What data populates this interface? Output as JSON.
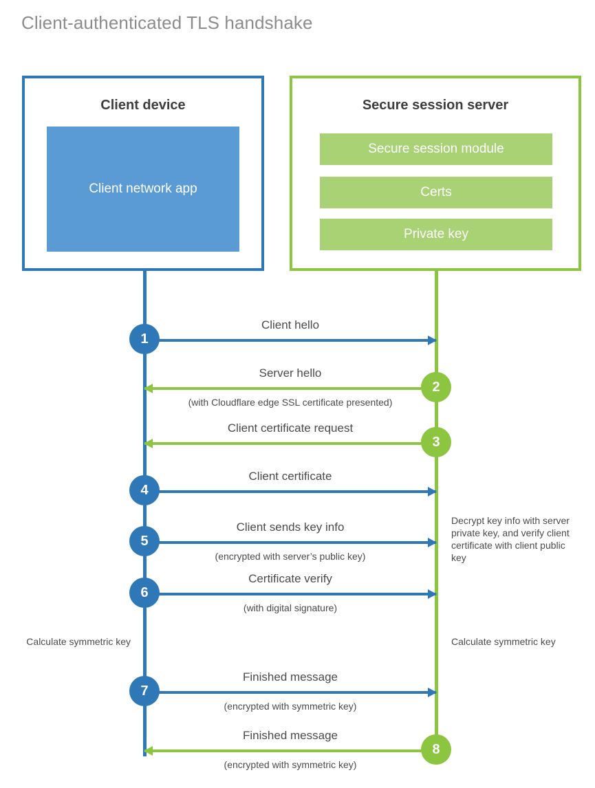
{
  "title": "Client-authenticated TLS handshake",
  "colors": {
    "client_blue": "#2e78b7",
    "client_app_blue": "#5b9bd5",
    "server_green": "#8cc540",
    "server_bar_green": "#a9d275",
    "title_gray": "#8c8c8c",
    "text_gray": "#4a4a4a"
  },
  "client": {
    "title": "Client device",
    "app_label": "Client network app"
  },
  "server": {
    "title": "Secure session server",
    "bars": [
      {
        "label": "Secure session module"
      },
      {
        "label": "Certs"
      },
      {
        "label": "Private key"
      }
    ]
  },
  "steps": [
    {
      "number": "1",
      "label": "Client hello",
      "sub": "",
      "direction": "to-server",
      "origin": "client"
    },
    {
      "number": "2",
      "label": "Server hello",
      "sub": "(with Cloudflare edge SSL certificate presented)",
      "direction": "to-client",
      "origin": "server"
    },
    {
      "number": "3",
      "label": "Client certificate request",
      "sub": "",
      "direction": "to-client",
      "origin": "server"
    },
    {
      "number": "4",
      "label": "Client certificate",
      "sub": "",
      "direction": "to-server",
      "origin": "client"
    },
    {
      "number": "5",
      "label": "Client sends key info",
      "sub": "(encrypted with server’s public key)",
      "direction": "to-server",
      "origin": "client"
    },
    {
      "number": "6",
      "label": "Certificate verify",
      "sub": "(with digital signature)",
      "direction": "to-server",
      "origin": "client"
    },
    {
      "number": "7",
      "label": "Finished message",
      "sub": "(encrypted with symmetric key)",
      "direction": "to-server",
      "origin": "client"
    },
    {
      "number": "8",
      "label": "Finished message",
      "sub": "(encrypted with symmetric key)",
      "direction": "to-client",
      "origin": "server"
    }
  ],
  "notes": {
    "decrypt": "Decrypt key info with server private key, and verify client certificate with client public key",
    "calculate_left": "Calculate symmetric key",
    "calculate_right": "Calculate symmetric key"
  }
}
